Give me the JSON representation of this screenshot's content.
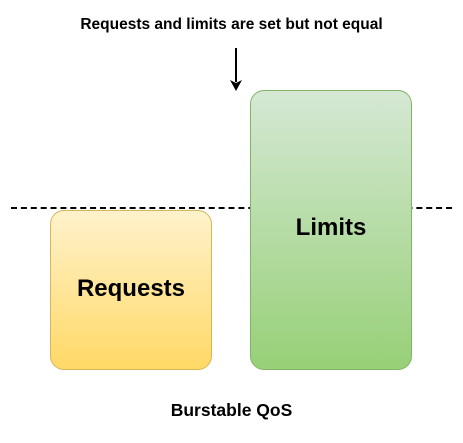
{
  "annotation": "Requests and limits are set but not equal",
  "boxes": {
    "requests_label": "Requests",
    "limits_label": "Limits"
  },
  "caption": "Burstable QoS",
  "colors": {
    "requests_fill_top": "#fff2cc",
    "requests_fill_bottom": "#ffd966",
    "requests_stroke": "#d6b656",
    "limits_fill_top": "#d5e8d4",
    "limits_fill_bottom": "#97d077",
    "limits_stroke": "#82b366"
  }
}
